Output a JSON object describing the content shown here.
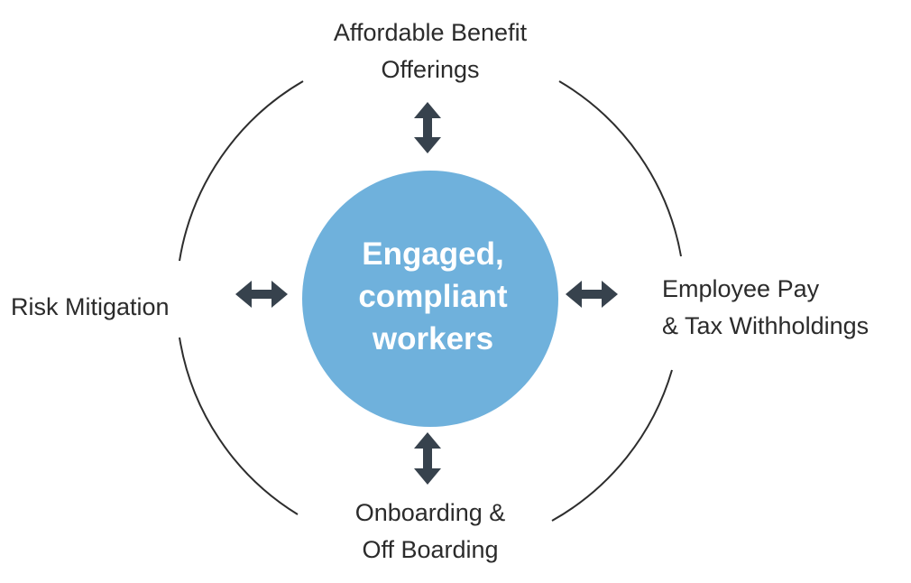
{
  "diagram": {
    "center": {
      "lines": [
        "Engaged,",
        "compliant",
        "workers"
      ]
    },
    "nodes": {
      "top": {
        "lines": [
          "Affordable Benefit",
          "Offerings"
        ]
      },
      "left": {
        "lines": [
          "Risk Mitigation"
        ]
      },
      "right": {
        "lines": [
          "Employee Pay",
          "& Tax Withholdings"
        ]
      },
      "bottom": {
        "lines": [
          "Onboarding &",
          "Off Boarding"
        ]
      }
    },
    "colors": {
      "center_fill": "#6fb1dc",
      "arrow": "#37424d",
      "ring": "#2d2d2d",
      "label_text": "#2b2b2b"
    },
    "icons": {
      "arrow_top": "double-arrow-vertical-icon",
      "arrow_bottom": "double-arrow-vertical-icon",
      "arrow_left": "double-arrow-horizontal-icon",
      "arrow_right": "double-arrow-horizontal-icon"
    }
  }
}
